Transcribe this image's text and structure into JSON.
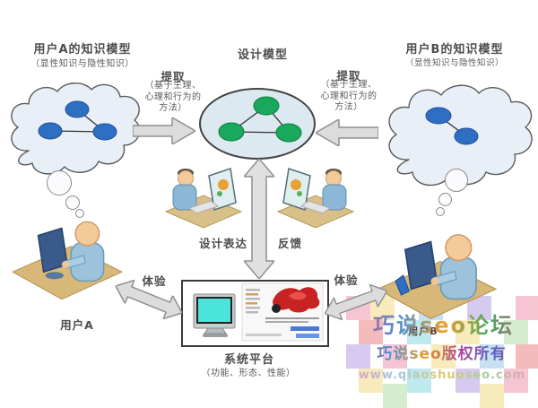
{
  "titles": {
    "user_a_model": "用户A的知识模型",
    "user_a_model_sub": "（显性知识与隐性知识）",
    "design_model": "设计模型",
    "user_b_model": "用户B的知识模型",
    "user_b_model_sub": "（显性知识与隐性知识）"
  },
  "extract_left": {
    "label": "提取",
    "sub1": "（基于生理、",
    "sub2": "心理和行为的",
    "sub3": "方法）"
  },
  "extract_right": {
    "label": "提取",
    "sub1": "（基于生理、",
    "sub2": "心理和行为的",
    "sub3": "方法）"
  },
  "middle": {
    "design_expression": "设计表达",
    "feedback": "反馈"
  },
  "platform": {
    "label": "系统平台",
    "sub": "（功能、形态、性能）"
  },
  "users": {
    "user_a": "用户A",
    "user_b": "用户B"
  },
  "experience": {
    "left": "体验",
    "right": "体验"
  },
  "watermark": {
    "line1": "巧说seo论坛",
    "line2": "巧说seo版权所有",
    "line3": "www.qiaoshuoseo.com"
  },
  "colors": {
    "cloud_fill": "#e9eff7",
    "node_blue": "#2e6fc4",
    "node_green": "#1aa95c",
    "ellipse_fill": "#dde9f1",
    "arrow_fill": "#dcdcdc",
    "screen_cyan": "#4ae4da",
    "web_art_red": "#c92222"
  }
}
